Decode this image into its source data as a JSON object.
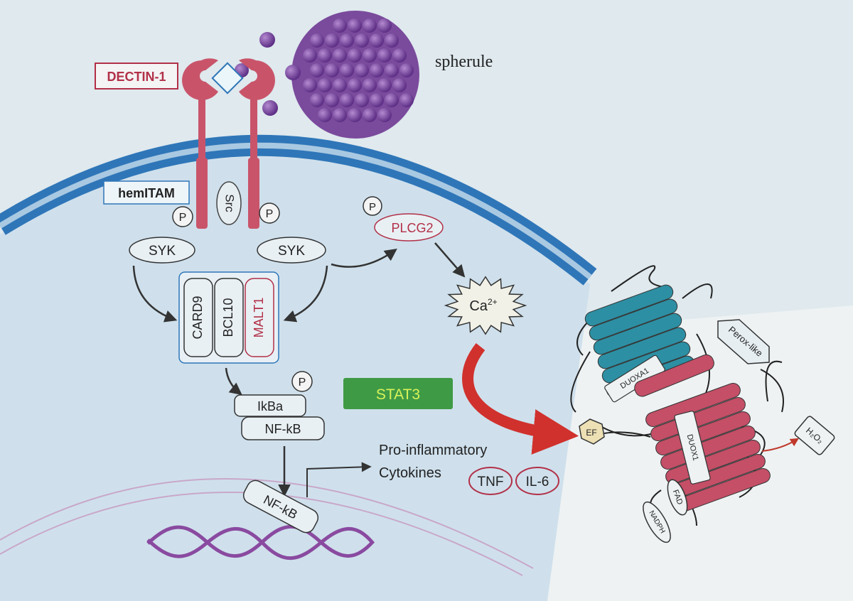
{
  "labels": {
    "dectin": "DECTIN-1",
    "spherule": "spherule",
    "hemitam": "hemITAM",
    "src": "Src",
    "p": "P",
    "syk": "SYK",
    "card9": "CARD9",
    "bcl10": "BCL10",
    "malt1": "MALT1",
    "plcg2": "PLCG2",
    "ca_base": "Ca",
    "ca_sup": "2+",
    "stat3": "STAT3",
    "ikba": "IkBa",
    "nfkb": "NF-kB",
    "nfkb_nuc": "NF-kB",
    "proinflam": "Pro-inflammatory",
    "cytokines": "Cytokines",
    "tnf": "TNF",
    "il6": "IL-6",
    "duoxa1": "DUOXA1",
    "duox1": "DUOX1",
    "perox": "Perox-like",
    "ef": "EF",
    "h2o2": "H₂O₂",
    "fad": "FAD",
    "nadph": "NADPH"
  },
  "colors": {
    "background": "#dfe9ee",
    "membrane": "#2f76b8",
    "membrane_light": "#a9c9e2",
    "cytoplasm": "#cfe0ec",
    "receptor": "#c9546a",
    "spherule": "#7a4a9c",
    "spherule_light": "#9c6cbf",
    "dna": "#8a4aa0",
    "stat3_fill": "#3f9a45",
    "stat3_text": "#d8f25a",
    "duoxa1": "#2d8fa3",
    "duox1": "#c44f67",
    "arrow_red": "#d0312d",
    "text_dark": "#2b2b2b",
    "text_red": "#b23048"
  }
}
